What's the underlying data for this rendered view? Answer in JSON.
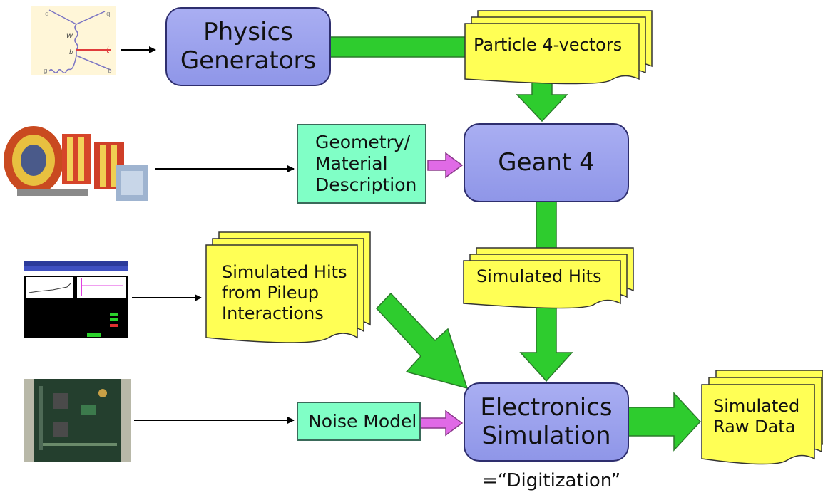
{
  "nodes": {
    "physics_generators": [
      "Physics",
      "Generators"
    ],
    "geant4": "Geant 4",
    "electronics_simulation": [
      "Electronics",
      "Simulation"
    ],
    "geometry_material": [
      "Geometry/",
      "Material",
      "Description"
    ],
    "noise_model": "Noise Model",
    "particle_4vectors": "Particle 4-vectors",
    "simulated_hits": "Simulated Hits",
    "pileup_hits": [
      "Simulated Hits",
      "from Pileup",
      "Interactions"
    ],
    "raw_data": [
      "Simulated",
      "Raw Data"
    ]
  },
  "feynman": {
    "labels": [
      "q",
      "q",
      "W",
      "b",
      "t",
      "g",
      "b"
    ]
  },
  "footnote": "=“Digitization”",
  "colors": {
    "process_fill": "#9aa0ee",
    "input_fill": "#80ffc6",
    "document_fill": "#ffff55",
    "flow_arrow": "#2ecc2e",
    "input_arrow": "#e06ae6"
  },
  "icons": [
    "feynman-diagram-image",
    "detector-image",
    "monitor-screen-image",
    "electronics-board-image"
  ]
}
